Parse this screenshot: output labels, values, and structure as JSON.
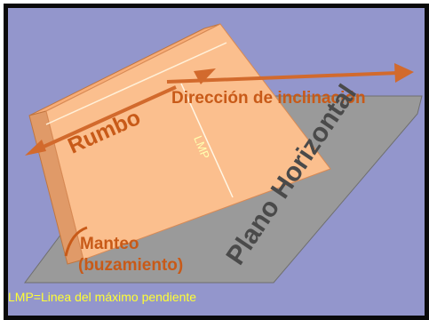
{
  "diagram": {
    "labels": {
      "strike": "Rumbo",
      "dip_direction": "Dirección de inclinación",
      "lmp": "LMP",
      "dip_line1": "Manteo",
      "dip_line2": "(buzamiento)",
      "horizontal_plane": "Plano Horizontal",
      "footnote": "LMP=Linea del máximo pendiente"
    },
    "colors": {
      "background": "#9396cc",
      "frame": "#0a0a0a",
      "slab_face": "#fbbf8e",
      "slab_top": "#f7ad78",
      "slab_edge": "#d88a55",
      "horizontal_plane": "#9a9a9a",
      "arrow": "#d26a2d",
      "label_orange": "#c85a18",
      "footnote": "#ffff33",
      "lmp_text": "#ffffb0"
    }
  }
}
